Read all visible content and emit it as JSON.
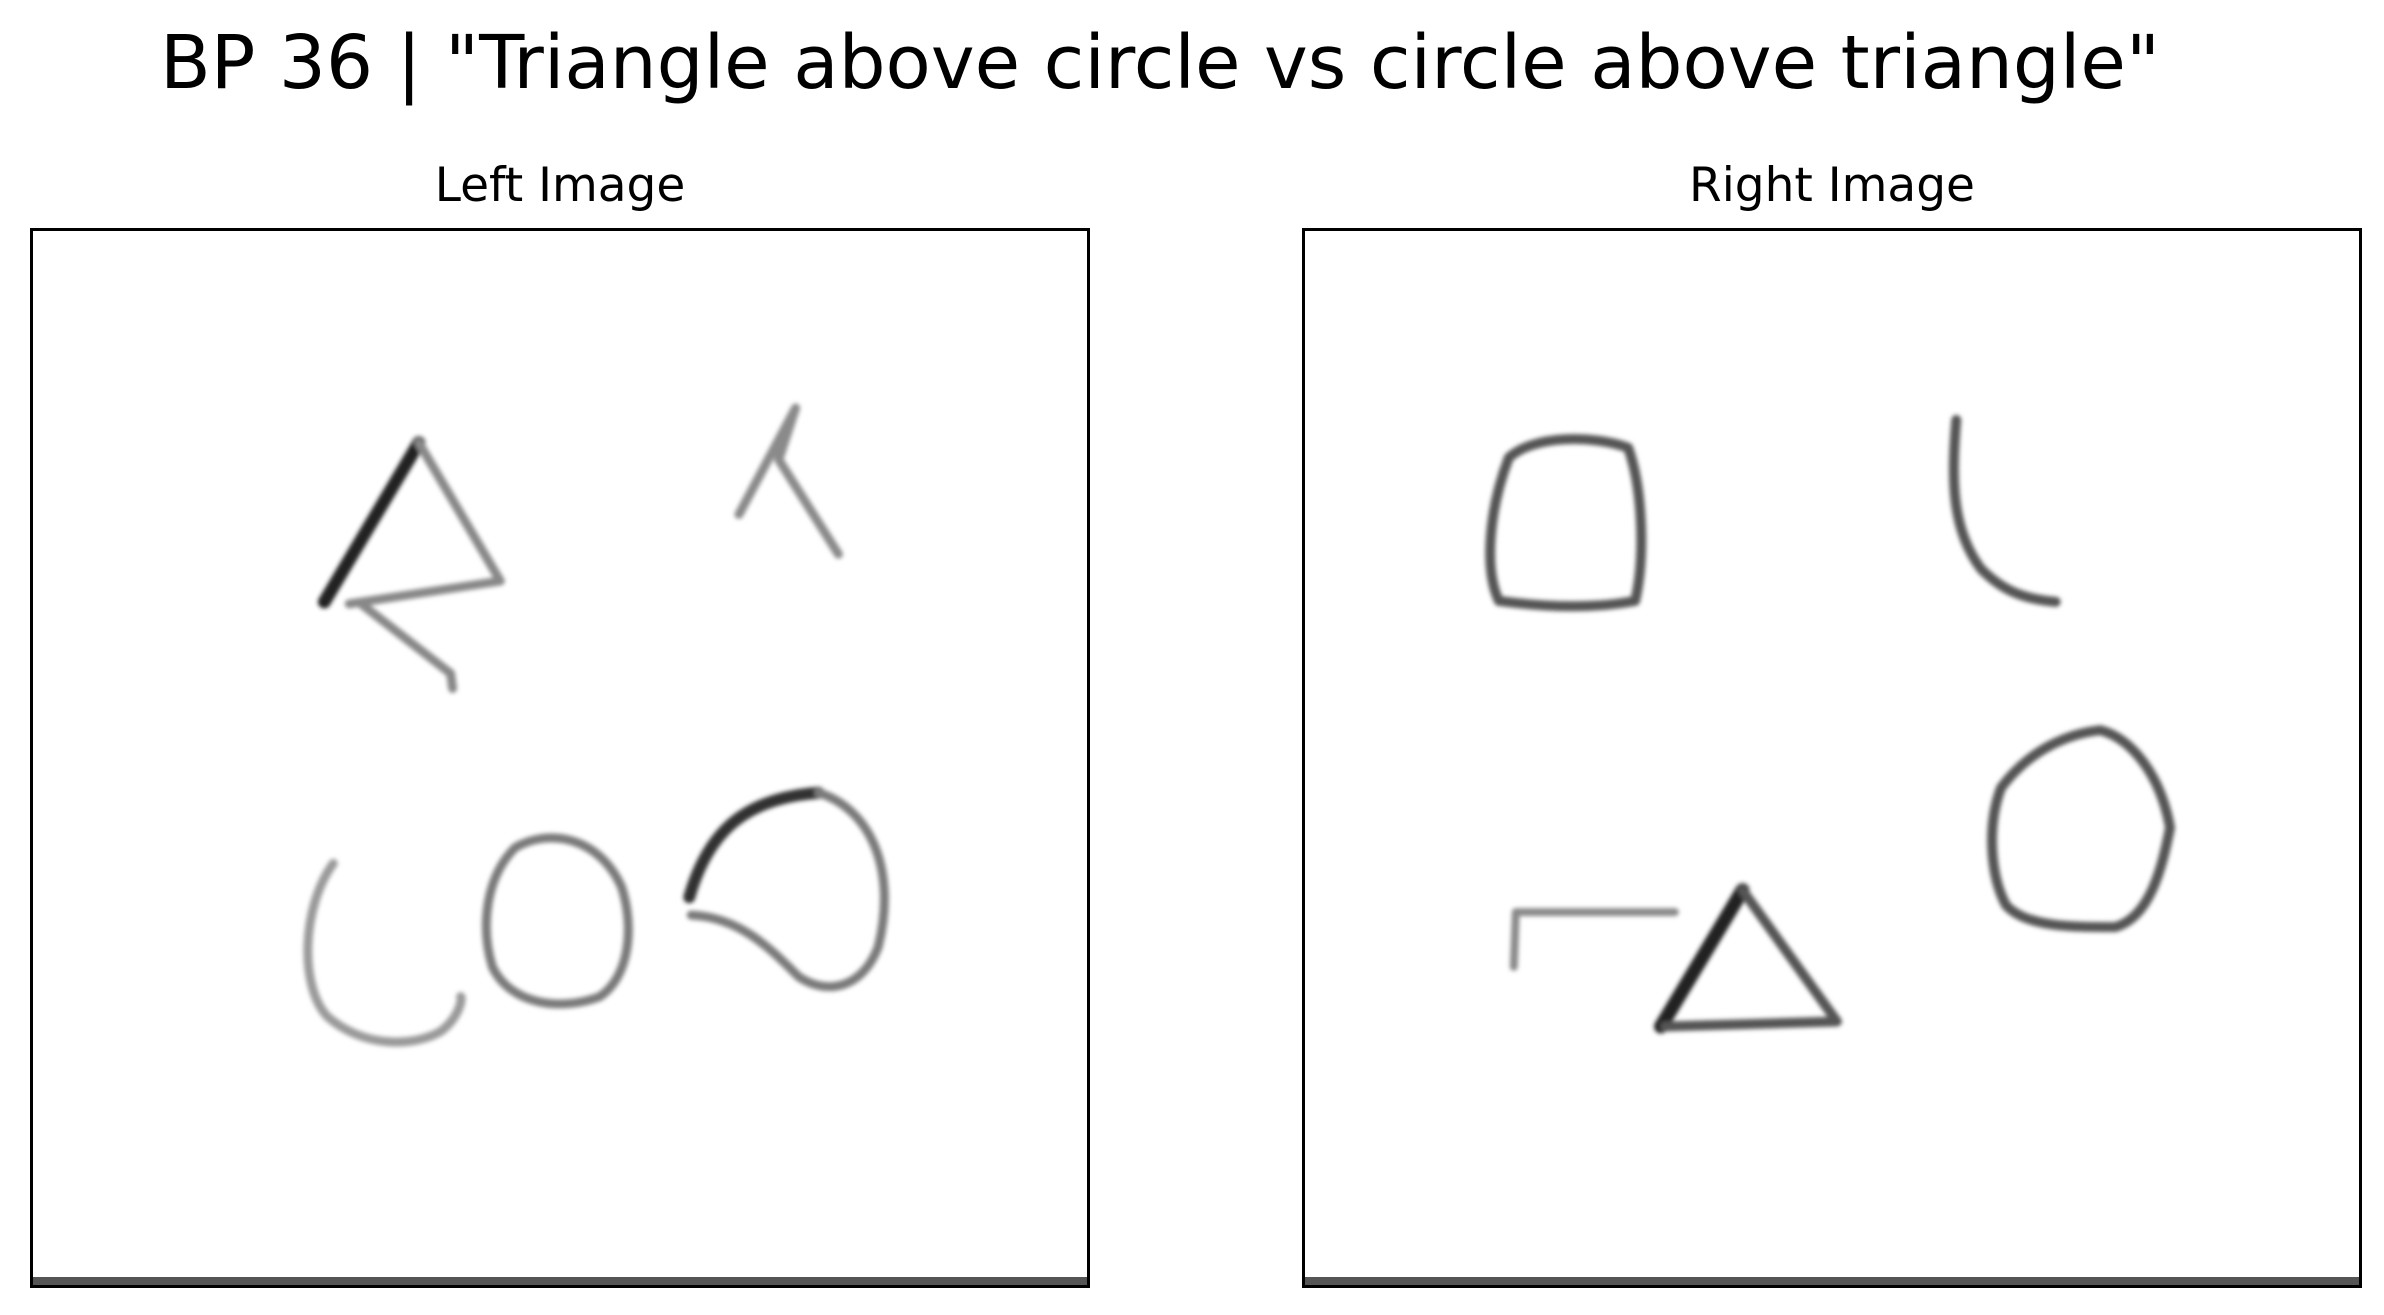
{
  "figure": {
    "title": "BP 36 | \"Triangle above circle vs circle above triangle\""
  },
  "left_panel": {
    "title": "Left Image",
    "icons": [
      "triangle-sketch-icon",
      "triangle-fragment-icon",
      "open-circle-icon",
      "circle-icon",
      "blob-circle-icon"
    ]
  },
  "right_panel": {
    "title": "Right Image",
    "icons": [
      "rounded-square-circle-icon",
      "curved-stroke-icon",
      "bracket-stroke-icon",
      "triangle-icon",
      "hexagon-circle-icon"
    ]
  },
  "colors": {
    "stroke_dark": "#222222",
    "stroke_mid": "#777777",
    "stroke_light": "#aaaaaa",
    "panel_border": "#000000"
  }
}
